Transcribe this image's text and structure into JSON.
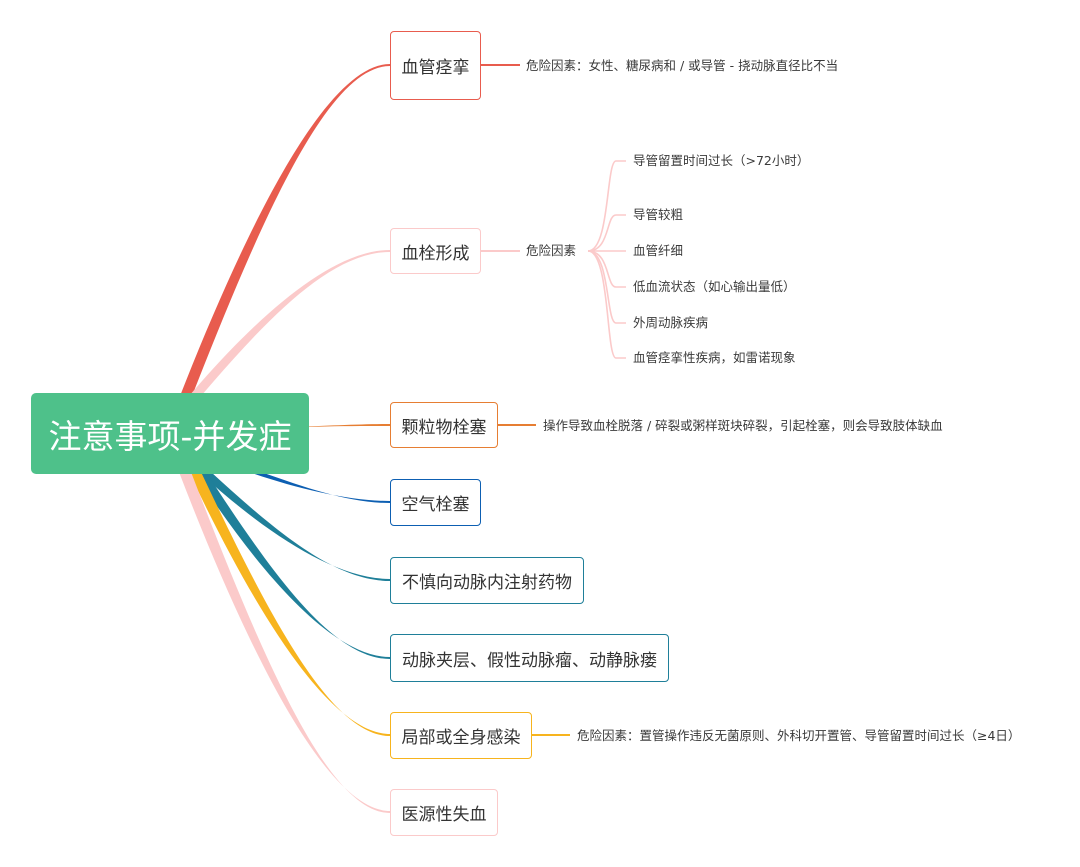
{
  "root": {
    "label": "注意事项-并发症",
    "color": "#4ec18a"
  },
  "topics": [
    {
      "label": "血管痉挛",
      "color": "#e85c4e",
      "notes": [
        "危险因素：女性、糖尿病和 / 或导管 - 挠动脉直径比不当"
      ]
    },
    {
      "label": "血栓形成",
      "color": "#fbcaca",
      "notes": [
        "危险因素"
      ],
      "subnotes": [
        "导管留置时间过长（>72小时）",
        "导管较粗",
        "血管纤细",
        "低血流状态（如心输出量低）",
        "外周动脉疾病",
        "血管痉挛性疾病，如雷诺现象"
      ]
    },
    {
      "label": "颗粒物栓塞",
      "color": "#e67e33",
      "notes": [
        "操作导致血栓脱落 / 碎裂或粥样斑块碎裂，引起栓塞，则会导致肢体缺血"
      ]
    },
    {
      "label": "空气栓塞",
      "color": "#0d5fb2",
      "notes": []
    },
    {
      "label": "不慎向动脉内注射药物",
      "color": "#1f7f99",
      "notes": []
    },
    {
      "label": "动脉夹层、假性动脉瘤、动静脉瘘",
      "color": "#1f7f99",
      "notes": []
    },
    {
      "label": "局部或全身感染",
      "color": "#f7b41e",
      "notes": [
        "危险因素：置管操作违反无菌原则、外科切开置管、导管留置时间过长（≥4日）"
      ]
    },
    {
      "label": "医源性失血",
      "color": "#fbcaca",
      "notes": []
    }
  ]
}
